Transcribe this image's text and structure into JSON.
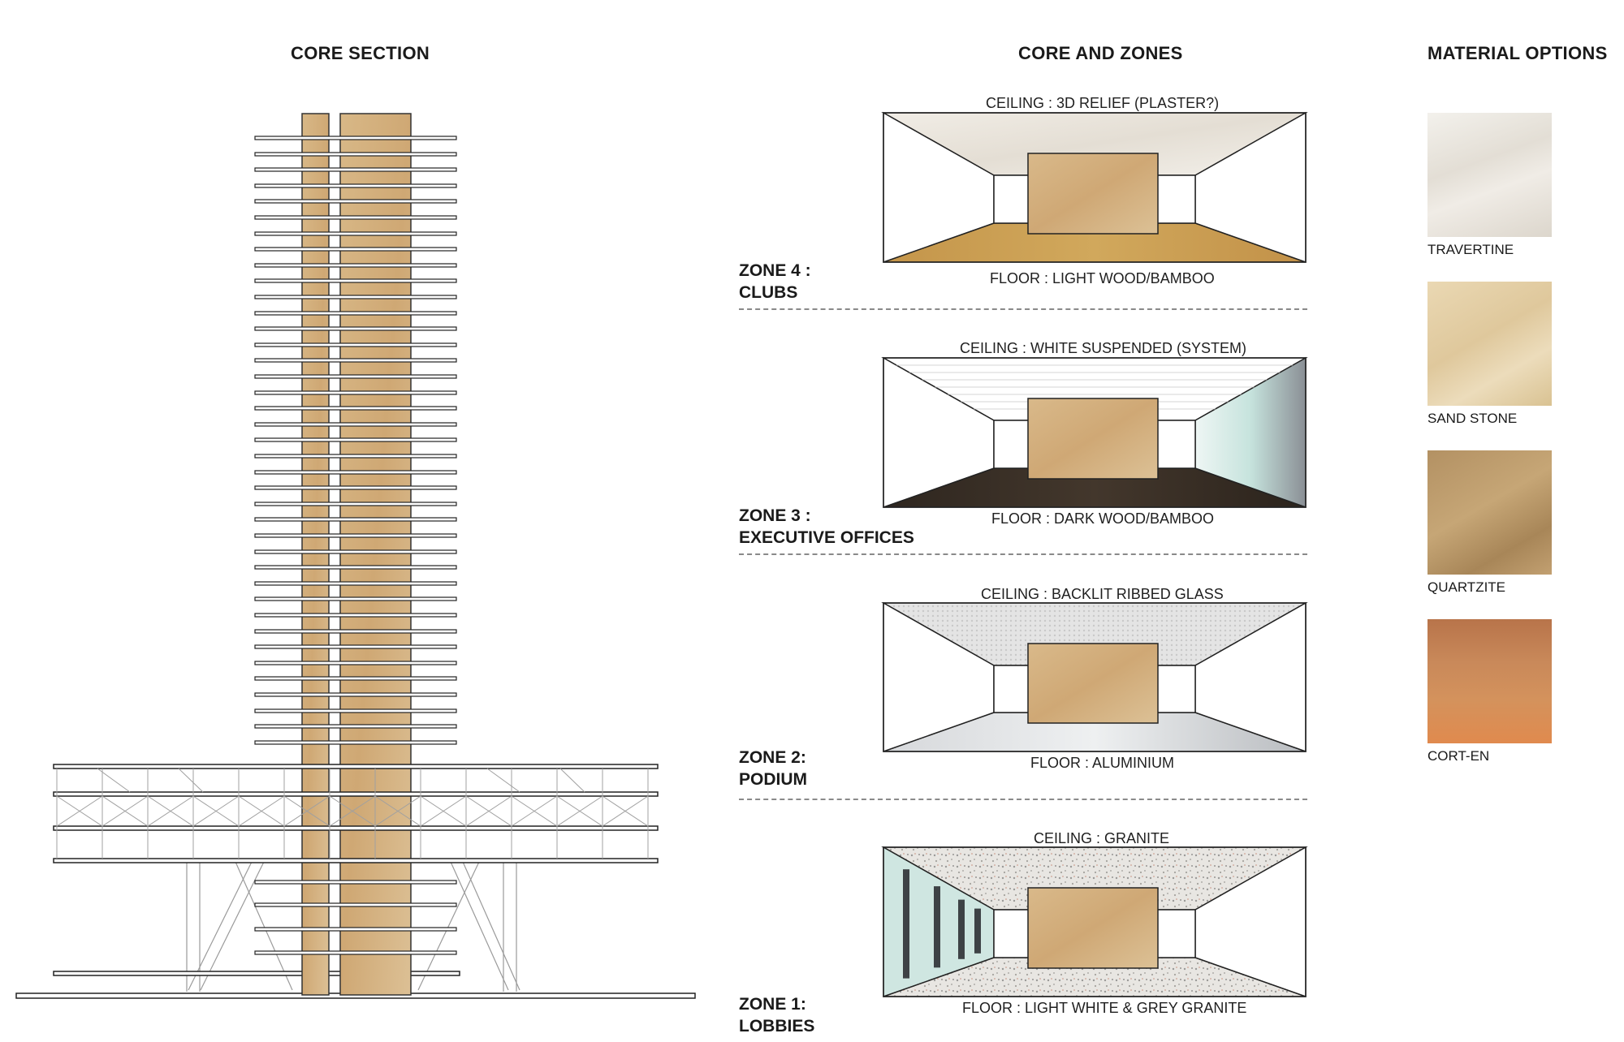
{
  "headings": {
    "core_section": "CORE SECTION",
    "core_and_zones": "CORE AND ZONES",
    "material_options": "MATERIAL OPTIONS"
  },
  "zones": [
    {
      "title": "ZONE 4 :\nCLUBS",
      "ceiling": "CEILING : 3D RELIEF (PLASTER?)",
      "floor": "FLOOR : LIGHT WOOD/BAMBOO"
    },
    {
      "title": "ZONE 3 :\nEXECUTIVE OFFICES",
      "ceiling": "CEILING : WHITE SUSPENDED (SYSTEM)",
      "floor": "FLOOR : DARK WOOD/BAMBOO"
    },
    {
      "title": "ZONE 2:\nPODIUM",
      "ceiling": "CEILING : BACKLIT RIBBED GLASS",
      "floor": "FLOOR : ALUMINIUM"
    },
    {
      "title": "ZONE 1:\nLOBBIES",
      "ceiling": "CEILING : GRANITE",
      "floor": "FLOOR : LIGHT WHITE & GREY GRANITE"
    }
  ],
  "materials": [
    {
      "name": "TRAVERTINE",
      "color": "#ede9e2"
    },
    {
      "name": "SAND STONE",
      "color": "#e6d3aa"
    },
    {
      "name": "QUARTZITE",
      "color": "#bb9a6a"
    },
    {
      "name": "CORT-EN",
      "color": "#c87c45"
    }
  ],
  "colors": {
    "core_wood": "#d3b07e",
    "core_wood_light": "#e0c498",
    "feature_wall": "#d7b585",
    "light_wood_floor": "#c99d50",
    "dark_wood_floor": "#3a2f25",
    "aluminium": "#c9ccd0",
    "glass": "#bfe0da"
  }
}
